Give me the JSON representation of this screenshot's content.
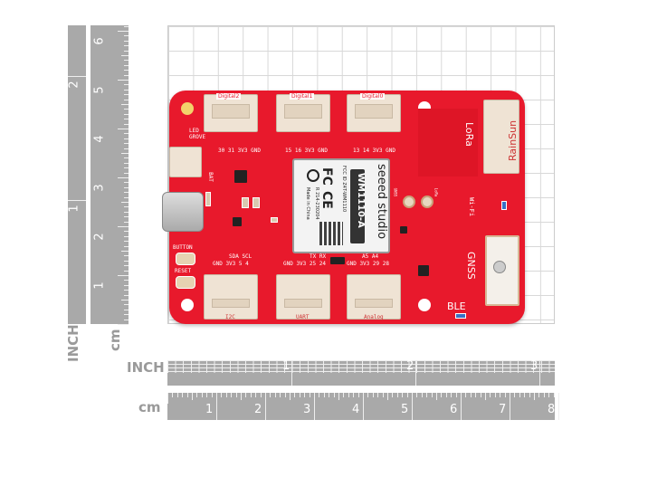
{
  "rulers": {
    "vertical_inch_label": "INCH",
    "vertical_cm_label": "cm",
    "vertical_inch_ticks": [
      "1",
      "2"
    ],
    "vertical_cm_ticks": [
      "1",
      "2",
      "3",
      "4",
      "5",
      "6"
    ],
    "horizontal_inch_label": "INCH",
    "horizontal_cm_label": "cm",
    "horizontal_inch_ticks": [
      "1",
      "2",
      "3"
    ],
    "horizontal_cm_ticks": [
      "1",
      "2",
      "3",
      "4",
      "5",
      "6",
      "7",
      "8"
    ]
  },
  "board": {
    "top_connectors": [
      "Digital2",
      "Digital1",
      "Digital0"
    ],
    "top_pins": [
      "30 31 3V3 GND",
      "15 16 3V3 GND",
      "13 14 3V3 GND"
    ],
    "bottom_connectors": [
      "I2C",
      "UART",
      "Analog"
    ],
    "bottom_pins": [
      "GND 3V3 5 4",
      "GND 3V3 25 24",
      "GND 3V3 29 28"
    ],
    "sda_scl": "SDA SCL",
    "tx_rx": "TX RX",
    "a_labels": "A5 A4",
    "led": "LED",
    "grove": "GROVE",
    "bat": "BAT",
    "button": "BUTTON",
    "reset": "RESET",
    "lora": "LoRa",
    "rainsun": "RainSun",
    "gnss": "GNSS",
    "ble": "BLE",
    "wifi": "Wi-Fi",
    "gnss_small": "GNSS",
    "lora_small": "LoRa",
    "module": {
      "brand": "seeed studio",
      "model": "WM1110-A",
      "fcc_id": "FCC ID  Z4T-WM1110",
      "ic": "R 214-230204",
      "made_in": "Made in China",
      "fc": "FC",
      "ce": "CE"
    }
  }
}
